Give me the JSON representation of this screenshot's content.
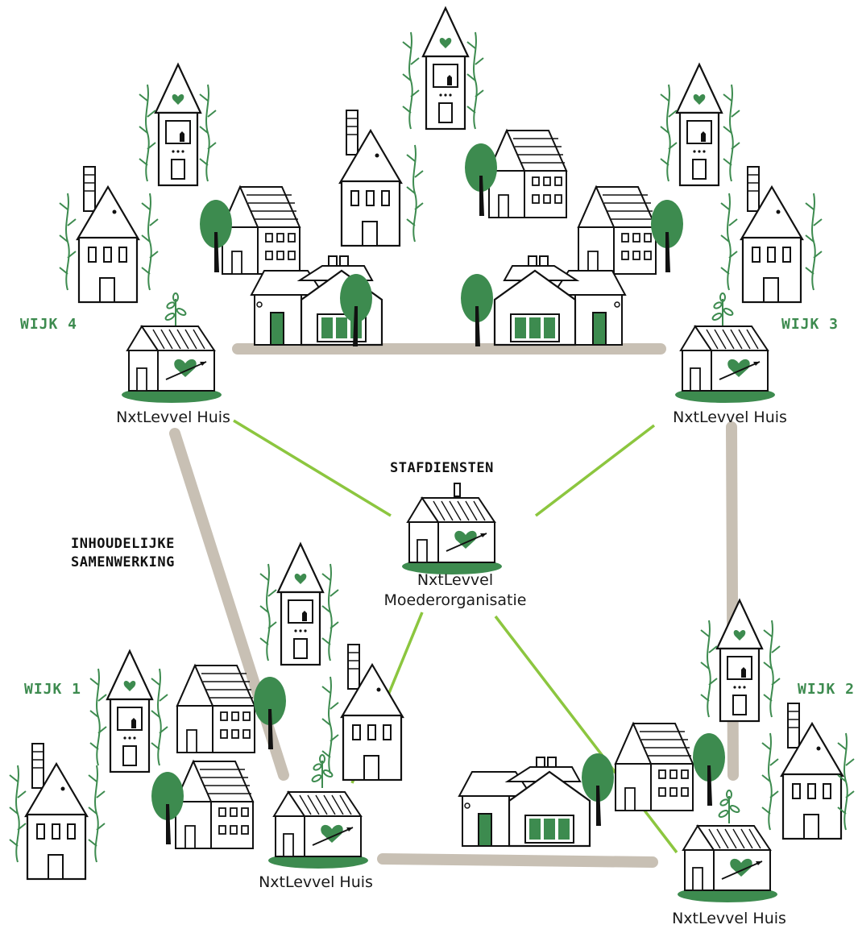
{
  "colors": {
    "green": "#3d8b4f",
    "line": "#8cc63f",
    "road": "#c8c0b4",
    "ink": "#111111"
  },
  "labels": {
    "stafdiensten": "STAFDIENSTEN",
    "samenwerking_line1": "INHOUDELIJKE",
    "samenwerking_line2": "SAMENWERKING",
    "hq_line1": "NxtLevvel",
    "hq_line2": "Moederorganisatie",
    "huis_wijk4": "NxtLevvel Huis",
    "huis_wijk3": "NxtLevvel Huis",
    "huis_wijk1": "NxtLevvel Huis",
    "huis_wijk2": "NxtLevvel Huis",
    "wijk1": "WIJK 1",
    "wijk2": "WIJK 2",
    "wijk3": "WIJK 3",
    "wijk4": "WIJK 4"
  }
}
